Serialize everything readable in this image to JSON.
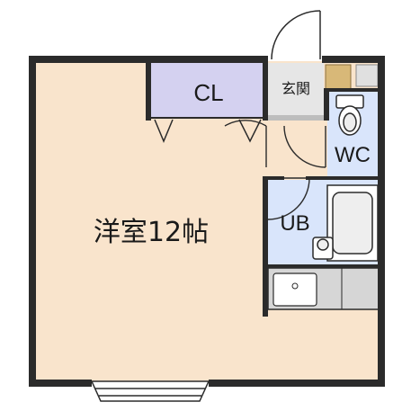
{
  "rooms": {
    "western": {
      "label": "洋室12帖"
    },
    "closet": {
      "label": "CL"
    },
    "entrance": {
      "label": "玄関"
    },
    "toilet": {
      "label": "WC"
    },
    "bath": {
      "label": "UB"
    }
  },
  "colors": {
    "floor_main": "#f9e4cc",
    "closet": "#d4d1f0",
    "wet_area": "#d9e5fb",
    "entrance": "#e6e6e6",
    "fixture": "#d6d6d6",
    "wall": "#2b2b2b",
    "shoebox": "#d8b878"
  }
}
